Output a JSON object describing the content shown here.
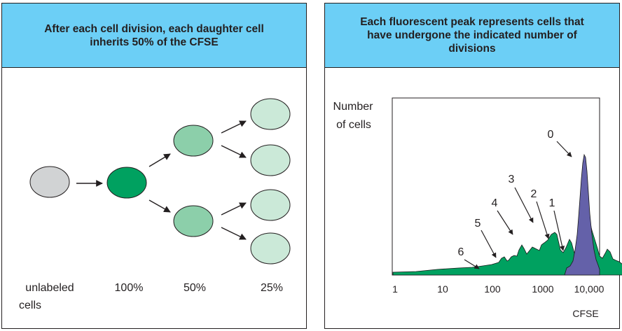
{
  "left_panel": {
    "header": "After each cell division, each daughter cell inherits 50% of the CFSE",
    "cells": {
      "unlabeled": {
        "color": "#d1d3d4"
      },
      "full": {
        "color": "#00a160"
      },
      "half": {
        "color": "#8ccfaa"
      },
      "quarter": {
        "color": "#cbe9d8"
      }
    },
    "labels": {
      "unlabeled_line1": "unlabeled",
      "unlabeled_line2": "cells",
      "p100": "100%",
      "p50": "50%",
      "p25": "25%"
    }
  },
  "right_panel": {
    "header": "Each fluorescent peak represents cells that have undergone the indicated number of divisions",
    "y_axis_line1": "Number",
    "y_axis_line2": "of cells",
    "x_axis_label": "CFSE",
    "x_ticks": [
      "1",
      "10",
      "100",
      "1000",
      "10,000"
    ],
    "peak_labels": [
      "0",
      "1",
      "2",
      "3",
      "4",
      "5",
      "6"
    ],
    "colors": {
      "divided_fill": "#00a160",
      "undivided_fill": "#6461a9"
    }
  }
}
